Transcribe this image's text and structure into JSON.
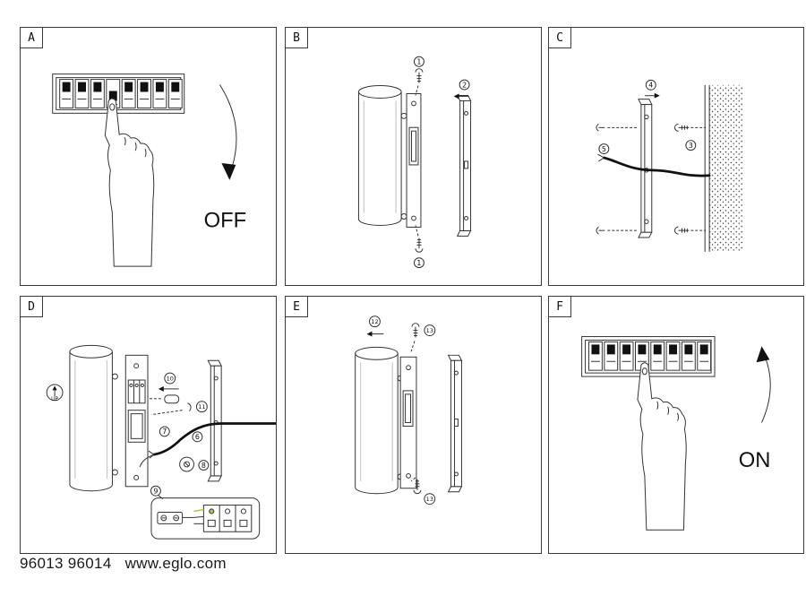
{
  "footer": {
    "models": "96013 96014",
    "website": "www.eglo.com"
  },
  "colors": {
    "ink": "#222222",
    "paper": "#ffffff",
    "ground_wire": "#b9c046"
  },
  "panels": {
    "a": {
      "label": "A",
      "action": "OFF"
    },
    "b": {
      "label": "B",
      "steps": {
        "s1": "1",
        "s2": "2"
      }
    },
    "c": {
      "label": "C",
      "steps": {
        "s3": "3",
        "s4": "4",
        "s5": "5"
      }
    },
    "d": {
      "label": "D",
      "orientation": "UP",
      "steps": {
        "s6": "6",
        "s7": "7",
        "s8": "8",
        "s9": "9",
        "s10": "10",
        "s11": "11"
      }
    },
    "e": {
      "label": "E",
      "steps": {
        "s12": "12",
        "s13": "13"
      }
    },
    "f": {
      "label": "F",
      "action": "ON"
    }
  }
}
